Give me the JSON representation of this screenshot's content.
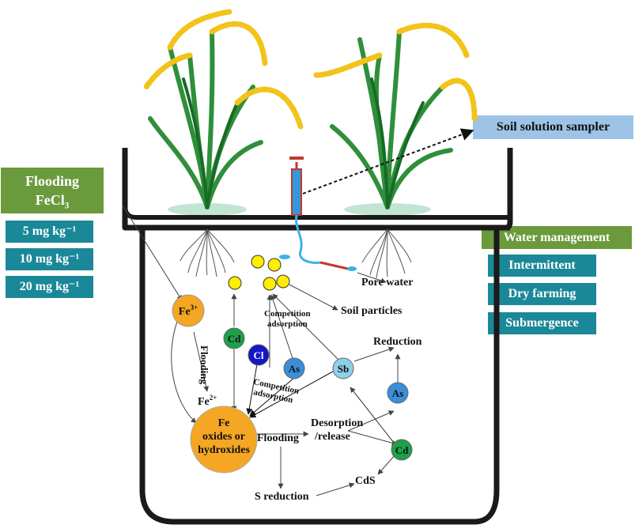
{
  "left_panel": {
    "flooding_title": "Flooding",
    "fecl3_base": "FeCl",
    "fecl3_sub": "3",
    "doses": [
      "5 mg kg⁻¹",
      "10 mg kg⁻¹",
      "20 mg kg⁻¹"
    ]
  },
  "right_panel": {
    "sampler_label": "Soil solution sampler",
    "water_management_title": "Water management",
    "modes": [
      "Intermittent",
      "Dry farming",
      "Submergence"
    ]
  },
  "pot_labels": {
    "pore_water": "Pore water",
    "soil_particles": "Soil particles",
    "competition_adsorption_top_1": "Competition",
    "competition_adsorption_top_2": "adsorption",
    "competition_adsorption_mid_1": "Competition",
    "competition_adsorption_mid_2": "adsorption",
    "reduction": "Reduction",
    "flooding_vertical": "Flooding",
    "fe2_base": "Fe",
    "fe2_sup": "2+",
    "fe3_base": "Fe",
    "fe3_sup": "3+",
    "fe_oxides_1": "Fe",
    "fe_oxides_2": "oxides or",
    "fe_oxides_3": "hydroxides",
    "flooding_bottom": "Flooding",
    "desorption_1": "Desorption",
    "desorption_2": "/release",
    "s_reduction": "S reduction",
    "cds": "CdS"
  },
  "elements": {
    "cd": "Cd",
    "cl": "Cl",
    "as": "As",
    "sb": "Sb"
  },
  "colors": {
    "green_box": "#6a9a3c",
    "teal_box": "#1a8898",
    "blue_box": "#9dc3e6",
    "fe_orange": "#f5a623",
    "particle_yellow": "#ffee00",
    "cd_green": "#1ea04a",
    "cl_blue": "#1515c8",
    "as_blue": "#3a8fd8",
    "sb_lightblue": "#8fd0e8"
  }
}
